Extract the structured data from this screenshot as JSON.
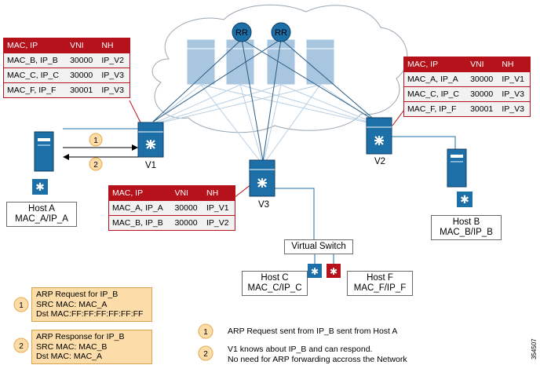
{
  "tables": {
    "v1": {
      "headers": [
        "MAC, IP",
        "VNI",
        "NH"
      ],
      "rows": [
        [
          "MAC_B, IP_B",
          "30000",
          "IP_V2"
        ],
        [
          "MAC_C, IP_C",
          "30000",
          "IP_V3"
        ],
        [
          "MAC_F, IP_F",
          "30001",
          "IP_V3"
        ]
      ]
    },
    "v2": {
      "headers": [
        "MAC, IP",
        "VNI",
        "NH"
      ],
      "rows": [
        [
          "MAC_A, IP_A",
          "30000",
          "IP_V1"
        ],
        [
          "MAC_C, IP_C",
          "30000",
          "IP_V3"
        ],
        [
          "MAC_F, IP_F",
          "30001",
          "IP_V3"
        ]
      ]
    },
    "v3": {
      "headers": [
        "MAC, IP",
        "VNI",
        "NH"
      ],
      "rows": [
        [
          "MAC_A, IP_A",
          "30000",
          "IP_V1"
        ],
        [
          "MAC_B, IP_B",
          "30000",
          "IP_V2"
        ]
      ]
    }
  },
  "switches": {
    "v1": "V1",
    "v2": "V2",
    "v3": "V3"
  },
  "route_reflectors": [
    "RR",
    "RR"
  ],
  "hosts": {
    "a": {
      "line1": "Host A",
      "line2": "MAC_A/IP_A"
    },
    "b": {
      "line1": "Host B",
      "line2": "MAC_B/IP_B"
    },
    "c": {
      "line1": "Host C",
      "line2": "MAC_C/IP_C"
    },
    "f": {
      "line1": "Host F",
      "line2": "MAC_F/IP_F"
    }
  },
  "virtual_switch": "Virtual Switch",
  "arrows": [
    "1",
    "2"
  ],
  "legend": [
    {
      "num": "1",
      "lines": [
        "ARP Request for IP_B",
        "SRC MAC: MAC_A",
        "Dst MAC:FF:FF:FF:FF:FF:FF"
      ]
    },
    {
      "num": "2",
      "lines": [
        "ARP Response for IP_B",
        "SRC MAC: MAC_B",
        "Dst MAC: MAC_A"
      ]
    }
  ],
  "notes": [
    {
      "num": "1",
      "lines": [
        "ARP Request sent from IP_B sent from Host A"
      ]
    },
    {
      "num": "2",
      "lines": [
        "V1 knows about IP_B and can respond.",
        "No need for ARP forwarding accross the Network"
      ]
    }
  ],
  "figure_id": "354507",
  "colors": {
    "table_header": "#b5121b",
    "switch": "#1d6fa8",
    "spine": "#a9c6e0",
    "legend_fill": "#fcdca8",
    "legend_stroke": "#e9a84b",
    "host_f_icon": "#b5121b"
  }
}
